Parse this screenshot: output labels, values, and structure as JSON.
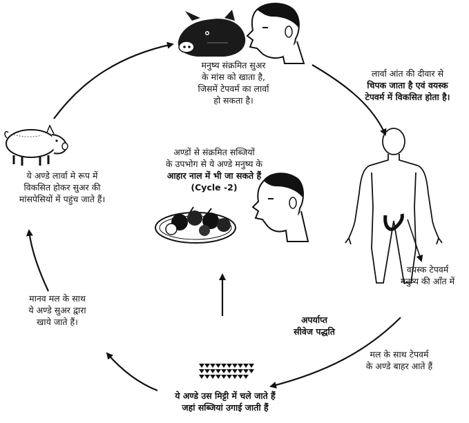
{
  "diagram": {
    "labels": {
      "man_eats_pork": [
        "मनुष्य संक्रमित सुअर",
        "के मांस को खाता है,",
        "जिसमें टेपवर्म का लार्वा",
        "हो सकता है।"
      ],
      "larva_attaches": [
        "लार्वा आंत की दीवार से",
        "चिपक जाता है एवं वयस्क",
        "टेपवर्म में विकसित होता है।"
      ],
      "adult_tapeworm": [
        "वयस्क टेपवर्म",
        "मनुष्य की आँत में"
      ],
      "inadequate_sewage": [
        "अपर्याप्त",
        "सीवेज पद्धति"
      ],
      "eggs_in_feces": [
        "मल के साथ टेपवर्म",
        "के अण्डे बाहर आते हैं"
      ],
      "eggs_into_soil": [
        "ये अण्डे उस मिट्टी में चले जाते हैं",
        "जहां सब्जियां उगाई जाती हैं"
      ],
      "pig_eats_eggs": [
        "मानव मल के साथ",
        "ये अण्डे सुअर द्वारा",
        "खाये जाते हैं।"
      ],
      "larva_in_pig_muscle": [
        "ये अण्डे लार्वा मे रूप में",
        "विकसित होकर सुअर की",
        "मांसपेसियों में पहुंच जाते हैं।"
      ],
      "cycle2": [
        "अण्डों से संक्रमित सब्जियों",
        "के उपभोग से ये अण्डे मनुष्य के",
        "आहार नाल में भी जा सकते हैं"
      ],
      "cycle2_tag": "(Cycle -2)"
    },
    "icons": [
      "pig-head-icon",
      "man-head-icon",
      "human-body-icon",
      "pig-icon",
      "vegetables-icon",
      "eggs-icon"
    ],
    "colors": {
      "ink": "#111111",
      "background": "#ffffff"
    }
  }
}
